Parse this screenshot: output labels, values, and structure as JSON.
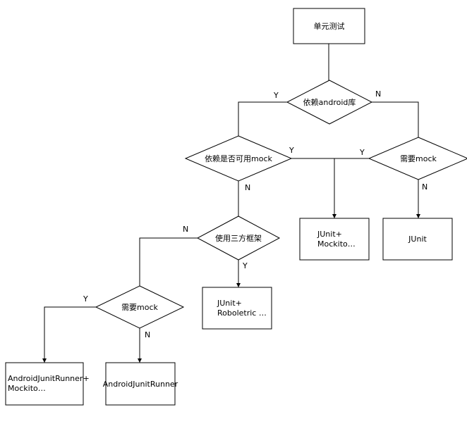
{
  "nodes": {
    "start": "单元测试",
    "dep_android": "依赖android库",
    "dep_mock": "依赖是否可用mock",
    "need_mock_right": "需要mock",
    "third_party": "使用三方框架",
    "need_mock_left": "需要mock",
    "junit_mockito": [
      "JUnit+",
      "Mockito…"
    ],
    "junit": "JUnit",
    "junit_robolectric": [
      "JUnit+",
      "Roboletric …"
    ],
    "runner_mockito": [
      "AndroidJunitRunner+",
      "Mockito…"
    ],
    "runner": "AndroidJunitRunner"
  },
  "edge_labels": {
    "android_yes": "Y",
    "android_no": "N",
    "mock_yes": "Y",
    "mock_no": "N",
    "right_mock_yes": "Y",
    "right_mock_no": "N",
    "third_no": "N",
    "third_yes": "Y",
    "left_mock_yes": "Y",
    "left_mock_no": "N"
  }
}
